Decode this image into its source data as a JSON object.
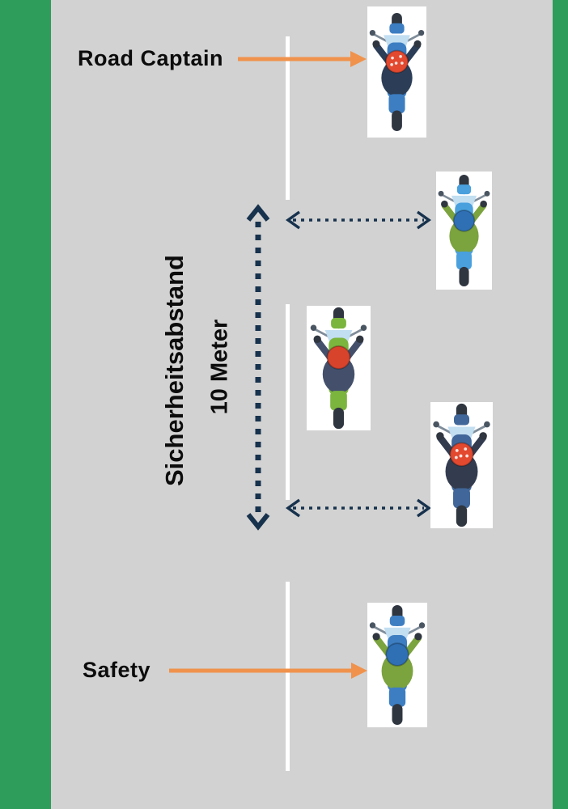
{
  "labels": {
    "road_captain": "Road Captain",
    "safety": "Safety",
    "distance_label": "Sicherheitsabstand",
    "distance_value": "10 Meter"
  },
  "colors": {
    "roadside_green": "#2e9d5b",
    "road_gray": "#d2d2d2",
    "lane_line_white": "#ffffff",
    "arrow_orange": "#f0924c",
    "measure_navy": "#17324d",
    "text_black": "#0c0c0c"
  },
  "riders": [
    {
      "id": "road-captain",
      "helmet": "#e2492f",
      "jacket": "#2c3e57",
      "bike": "#3d7ec2",
      "helmet_dots": true
    },
    {
      "id": "rider-2",
      "helmet": "#2f6fb4",
      "jacket": "#7ba33e",
      "bike": "#49a0dd",
      "helmet_dots": false
    },
    {
      "id": "rider-3",
      "helmet": "#d8432c",
      "jacket": "#44506b",
      "bike": "#7cb53e",
      "helmet_dots": false
    },
    {
      "id": "rider-4",
      "helmet": "#e2492f",
      "jacket": "#333c4f",
      "bike": "#41679a",
      "helmet_dots": true
    },
    {
      "id": "safety",
      "helmet": "#2f6fb4",
      "jacket": "#7ba33e",
      "bike": "#3d7ec2",
      "helmet_dots": false
    }
  ]
}
